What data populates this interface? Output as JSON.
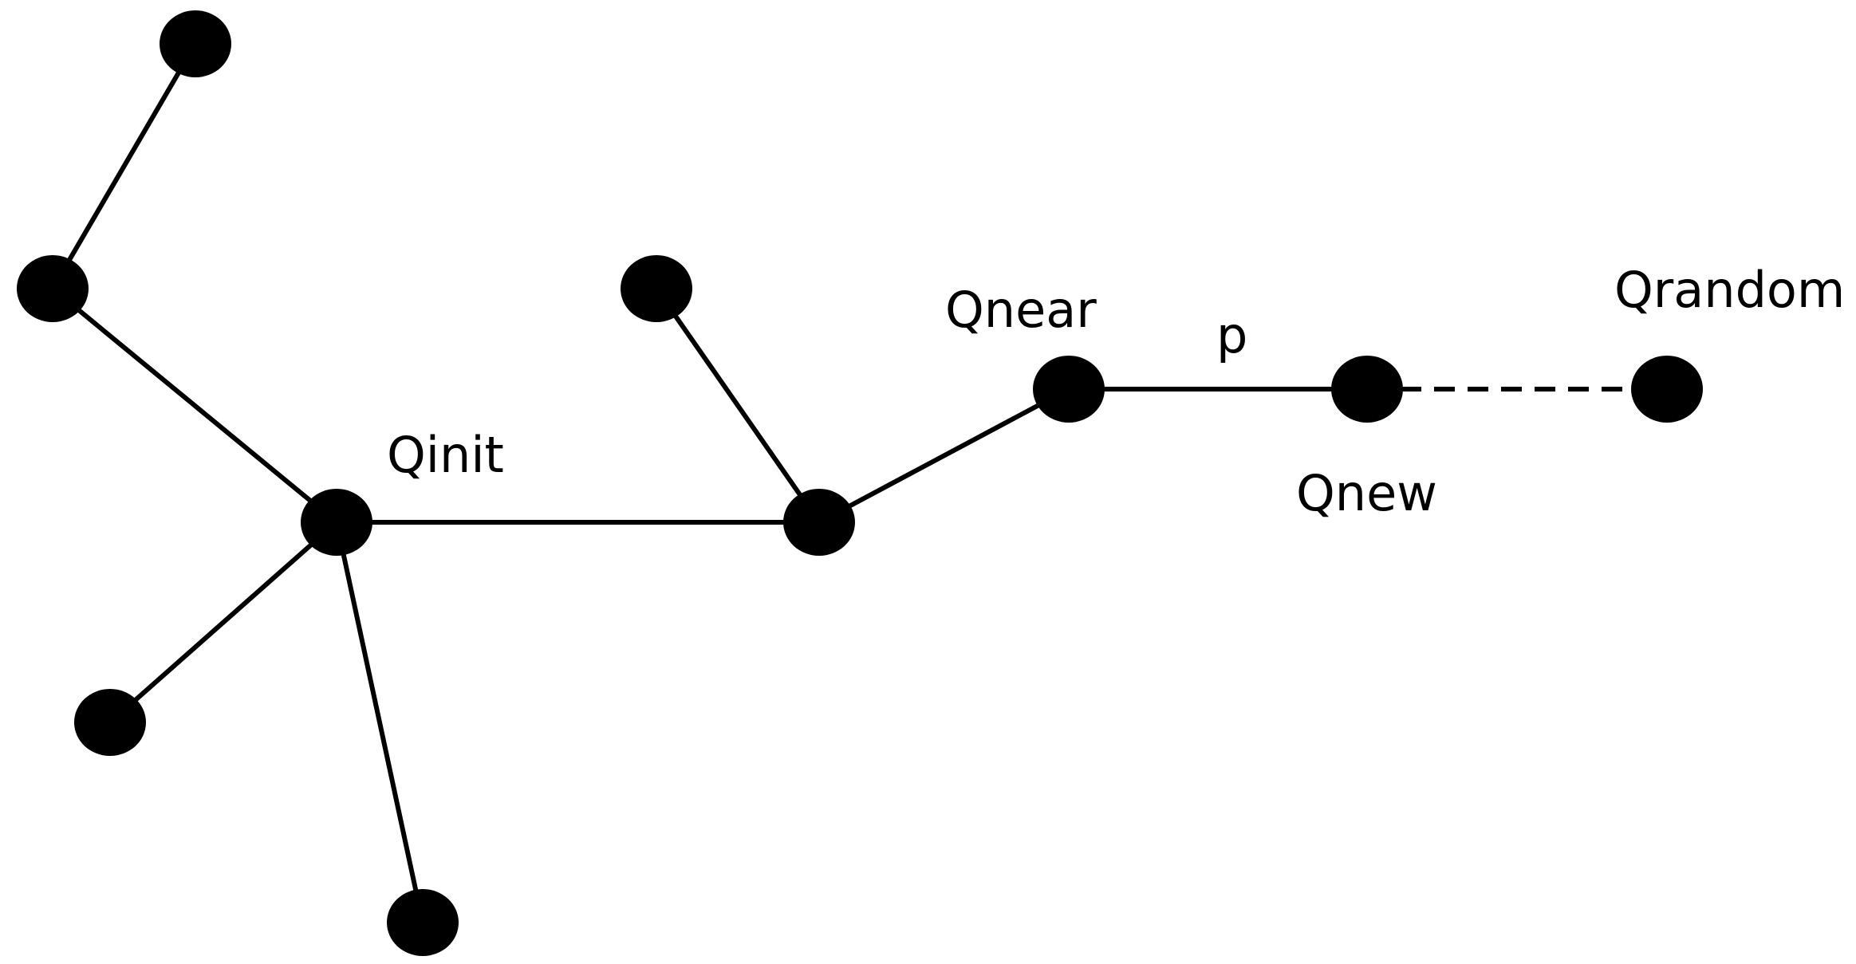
{
  "labels": {
    "qinit": "Qinit",
    "qnear": "Qnear",
    "qnew": "Qnew",
    "qrandom": "Qrandom",
    "p": "p"
  },
  "colors": {
    "node": "#000000",
    "edge": "#000000",
    "background": "#ffffff"
  }
}
